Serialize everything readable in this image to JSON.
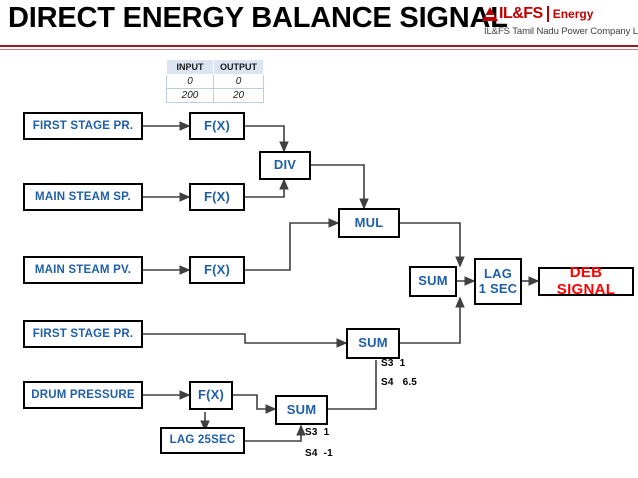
{
  "header": {
    "title": "DIRECT ENERGY BALANCE SIGNAL",
    "logo": {
      "mark": "triangle-mark",
      "name": "IL&FS",
      "division": "Energy",
      "subtitle": "IL&FS Tamil Nadu Power Company Limited"
    },
    "accent_color": "#9e1b1b"
  },
  "io_table": {
    "columns": [
      "INPUT",
      "OUTPUT"
    ],
    "rows": [
      [
        "0",
        "0"
      ],
      [
        "200",
        "20"
      ]
    ]
  },
  "diagram": {
    "nodes": [
      {
        "id": "first-stage-pr-1",
        "label": "FIRST STAGE PR."
      },
      {
        "id": "fx-1",
        "label": "F(X)"
      },
      {
        "id": "div",
        "label": "DIV"
      },
      {
        "id": "main-steam-sp",
        "label": "MAIN STEAM SP."
      },
      {
        "id": "fx-2",
        "label": "F(X)"
      },
      {
        "id": "mul",
        "label": "MUL"
      },
      {
        "id": "main-steam-pv",
        "label": "MAIN STEAM PV."
      },
      {
        "id": "fx-3",
        "label": "F(X)"
      },
      {
        "id": "sum-top",
        "label": "SUM"
      },
      {
        "id": "lag-1sec",
        "label": "LAG\n1 SEC"
      },
      {
        "id": "lag-1sec-line1",
        "label": "LAG"
      },
      {
        "id": "lag-1sec-line2",
        "label": "1 SEC"
      },
      {
        "id": "deb-signal",
        "label": "DEB SIGNAL"
      },
      {
        "id": "first-stage-pr-2",
        "label": "FIRST STAGE PR."
      },
      {
        "id": "sum-mid",
        "label": "SUM"
      },
      {
        "id": "drum-pressure",
        "label": "DRUM  PRESSURE"
      },
      {
        "id": "fx-4",
        "label": "F(X)"
      },
      {
        "id": "sum-bottom",
        "label": "SUM"
      },
      {
        "id": "lag-25sec",
        "label": "LAG 25SEC"
      }
    ],
    "annotations": [
      {
        "id": "sum-mid-s3",
        "text": "S3  1"
      },
      {
        "id": "sum-mid-s4",
        "text": "S4   6.5"
      },
      {
        "id": "sum-bot-s3",
        "text": "S3  1"
      },
      {
        "id": "sum-bot-s4",
        "text": "S4  -1"
      }
    ],
    "colors": {
      "node_text": "#1F5FA9",
      "node_border": "#000000",
      "output_text": "#FF0000",
      "wire": "#404040"
    }
  }
}
